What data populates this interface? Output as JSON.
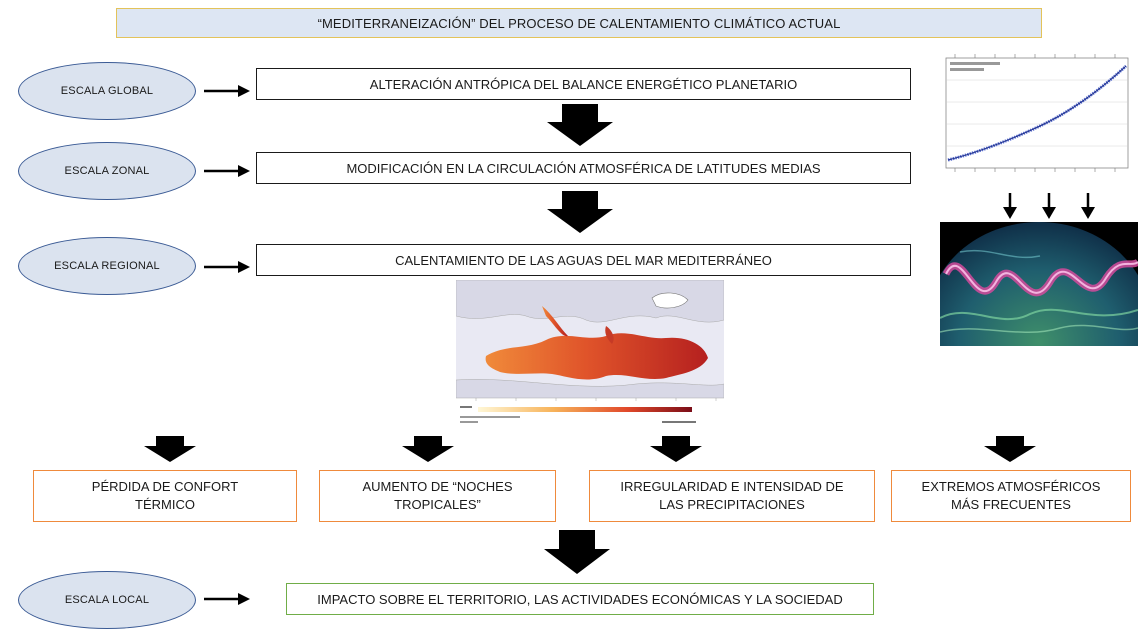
{
  "title": "“MEDITERRANEIZACIÓN” DEL PROCESO DE CALENTAMIENTO CLIMÁTICO ACTUAL",
  "scales": [
    {
      "label": "ESCALA GLOBAL",
      "process": "ALTERACIÓN ANTRÓPICA DEL BALANCE ENERGÉTICO PLANETARIO"
    },
    {
      "label": "ESCALA  ZONAL",
      "process": "MODIFICACIÓN EN LA CIRCULACIÓN ATMOSFÉRICA DE LATITUDES MEDIAS"
    },
    {
      "label": "ESCALA REGIONAL",
      "process": "CALENTAMIENTO DE LAS AGUAS DEL MAR MEDITERRÁNEO"
    }
  ],
  "effects": [
    {
      "line1": "PÉRDIDA DE CONFORT",
      "line2": "TÉRMICO"
    },
    {
      "line1": "AUMENTO DE “NOCHES",
      "line2": "TROPICALES”"
    },
    {
      "line1": "IRREGULARIDAD E INTENSIDAD DE",
      "line2": "LAS PRECIPITACIONES"
    },
    {
      "line1": "EXTREMOS ATMOSFÉRICOS",
      "line2": "MÁS FRECUENTES"
    }
  ],
  "local": {
    "label": "ESCALA LOCAL",
    "impact": "IMPACTO SOBRE EL TERRITORIO, LAS ACTIVIDADES ECONÓMICAS Y LA SOCIEDAD"
  },
  "colors": {
    "ellipse_fill": "#dbe3ef",
    "ellipse_border": "#3b5b95",
    "title_fill": "#dde6f3",
    "effect_border": "#ef8a3c",
    "impact_border": "#70ad47",
    "arrow": "#000000"
  }
}
